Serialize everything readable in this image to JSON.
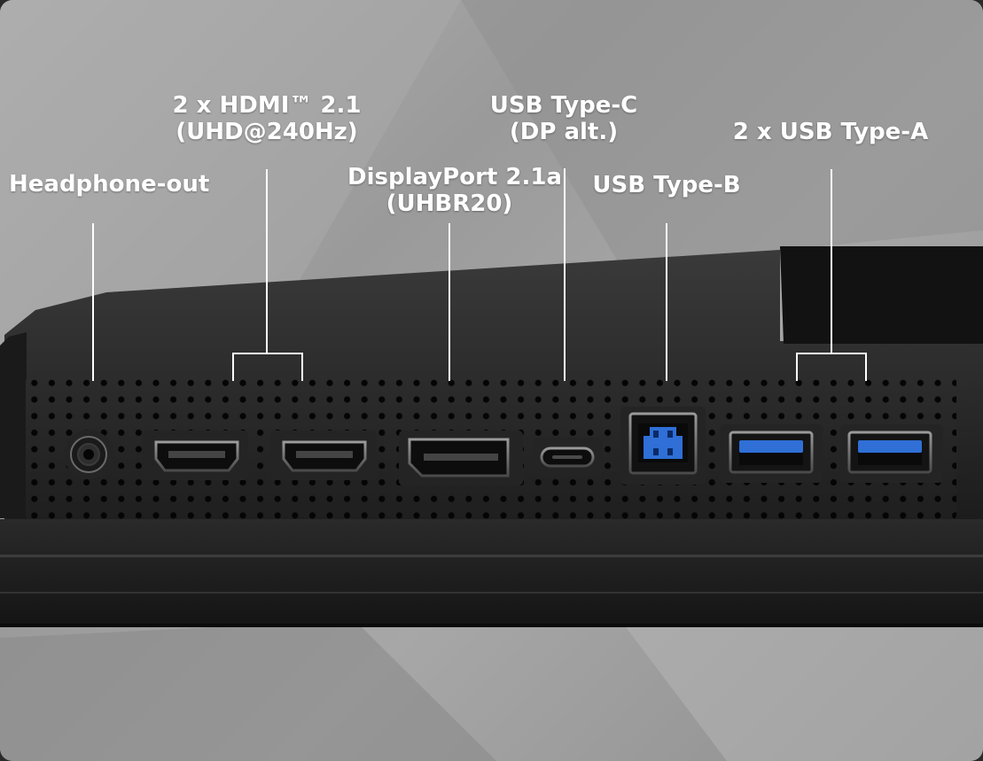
{
  "labels": {
    "headphone": "Headphone-out",
    "hdmi": {
      "line1": "2 x HDMI™ 2.1",
      "line2": "(UHD@240Hz)"
    },
    "displayport": {
      "line1": "DisplayPort 2.1a",
      "line2": "(UHBR20)"
    },
    "usb_c": {
      "line1": "USB Type-C",
      "line2": "(DP alt.)"
    },
    "usb_b": "USB Type-B",
    "usb_a": "2 x USB Type-A"
  },
  "colors": {
    "usb3_blue": "#2f6fd6",
    "label_text": "#ffffff"
  }
}
